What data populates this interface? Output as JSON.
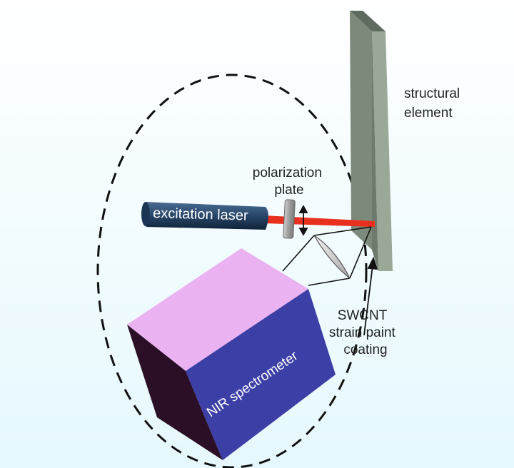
{
  "labels": {
    "structural_element": [
      "structural",
      "element"
    ],
    "polarization_plate": [
      "polarization",
      "plate"
    ],
    "excitation_laser": "excitation laser",
    "nir_spectrometer": "NIR spectrometer",
    "swcnt_coating": [
      "SWCNT",
      "strain paint",
      "coating"
    ]
  },
  "colors": {
    "laser_body": "#2b4a6e",
    "laser_beam": "#e8301e",
    "panel_front": "#9aa898",
    "panel_side": "#7d8a7b",
    "panel_top": "#5f6b5e",
    "cube_top": "#eab2f0",
    "cube_front": "#3c3fa6",
    "cube_side": "#2a0f26",
    "mirror": "#c8c8c8",
    "dashed_outline": "#111111"
  }
}
